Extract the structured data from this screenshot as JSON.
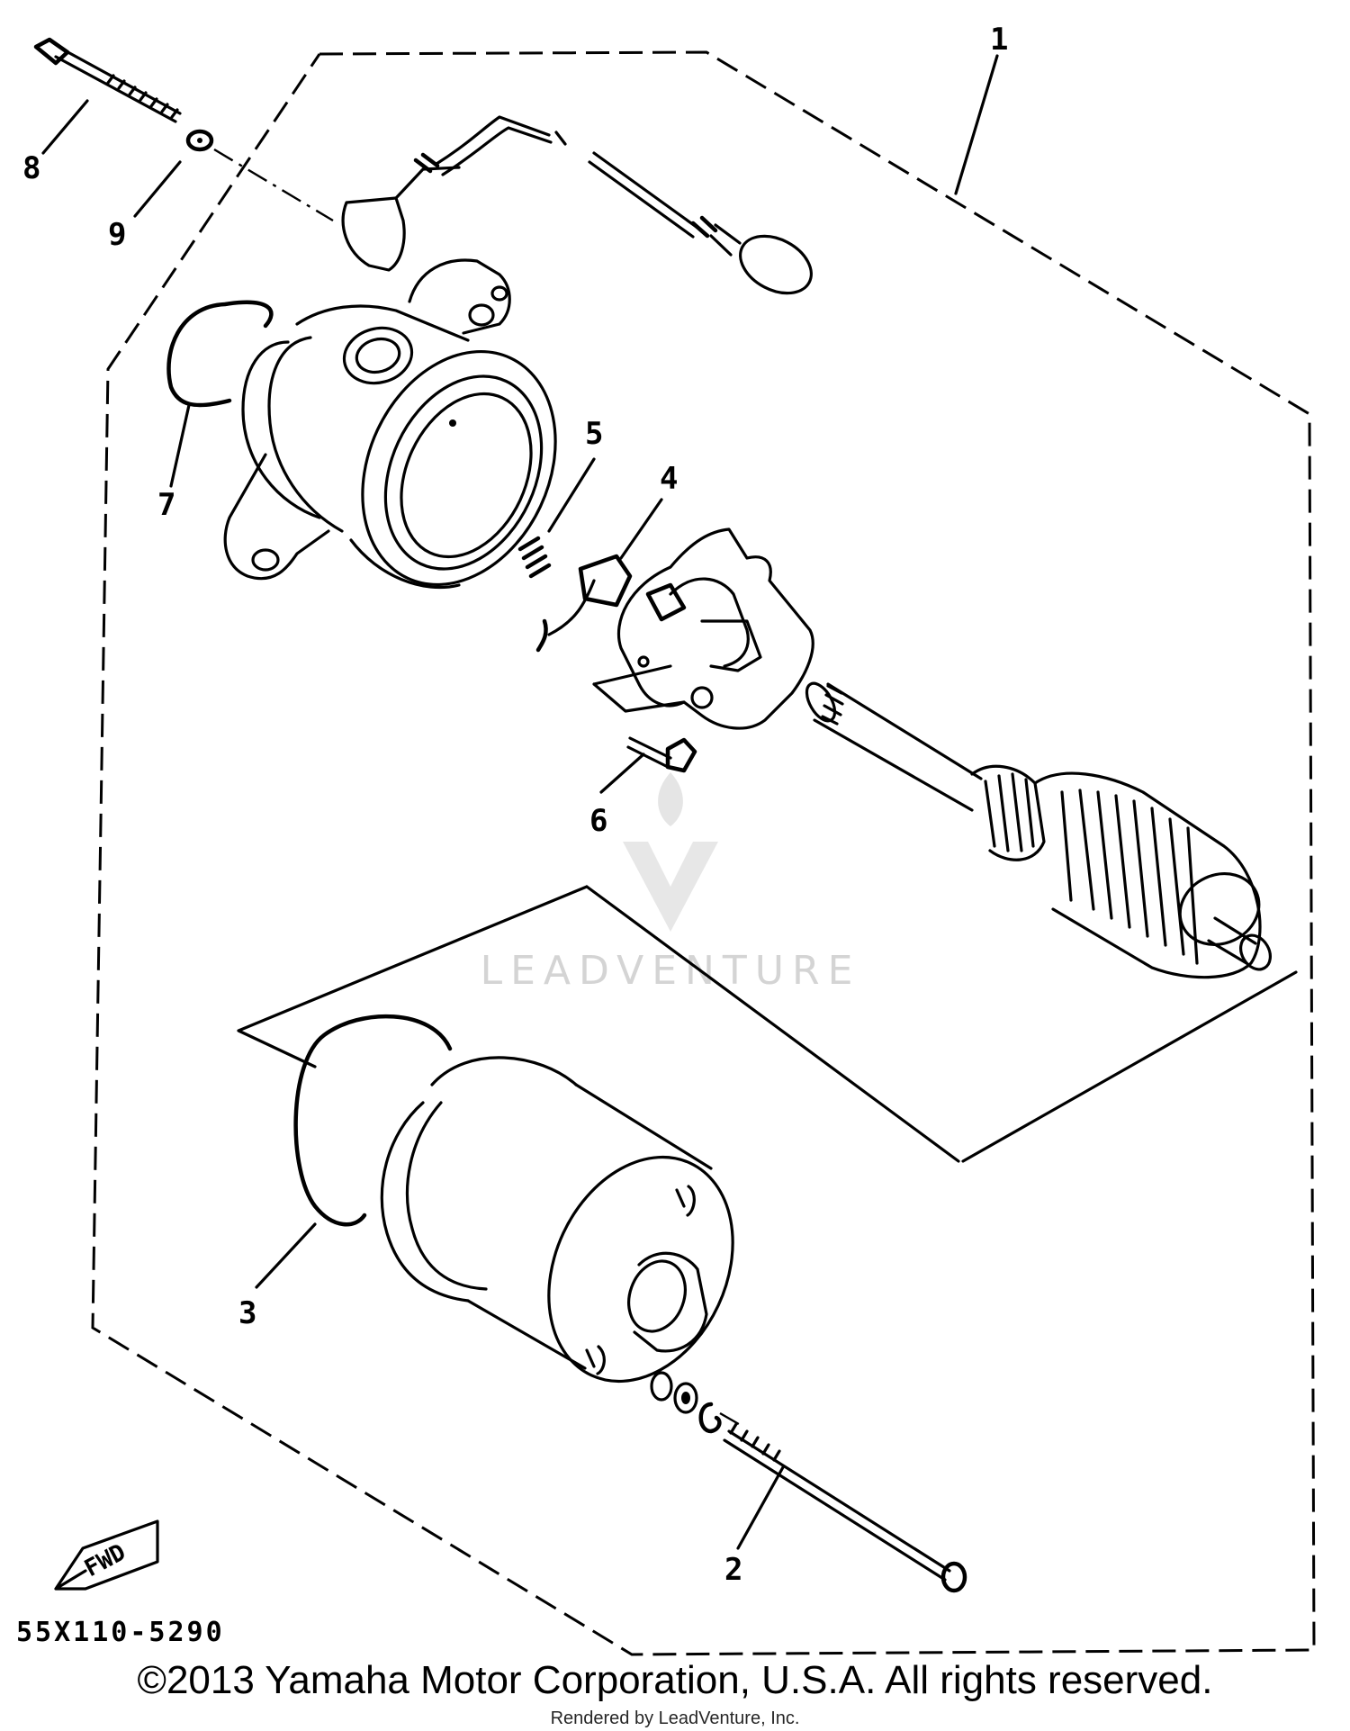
{
  "diagram": {
    "callouts": {
      "c1": "1",
      "c2": "2",
      "c3": "3",
      "c4": "4",
      "c5": "5",
      "c6": "6",
      "c7": "7",
      "c8": "8",
      "c9": "9"
    },
    "fwd_label": "FWD",
    "part_code": "55X110-5290",
    "watermark": "LEADVENTURE"
  },
  "footer": {
    "copyright": "©2013 Yamaha Motor Corporation, U.S.A. All rights reserved.",
    "rendered_by": "Rendered by LeadVenture, Inc."
  }
}
